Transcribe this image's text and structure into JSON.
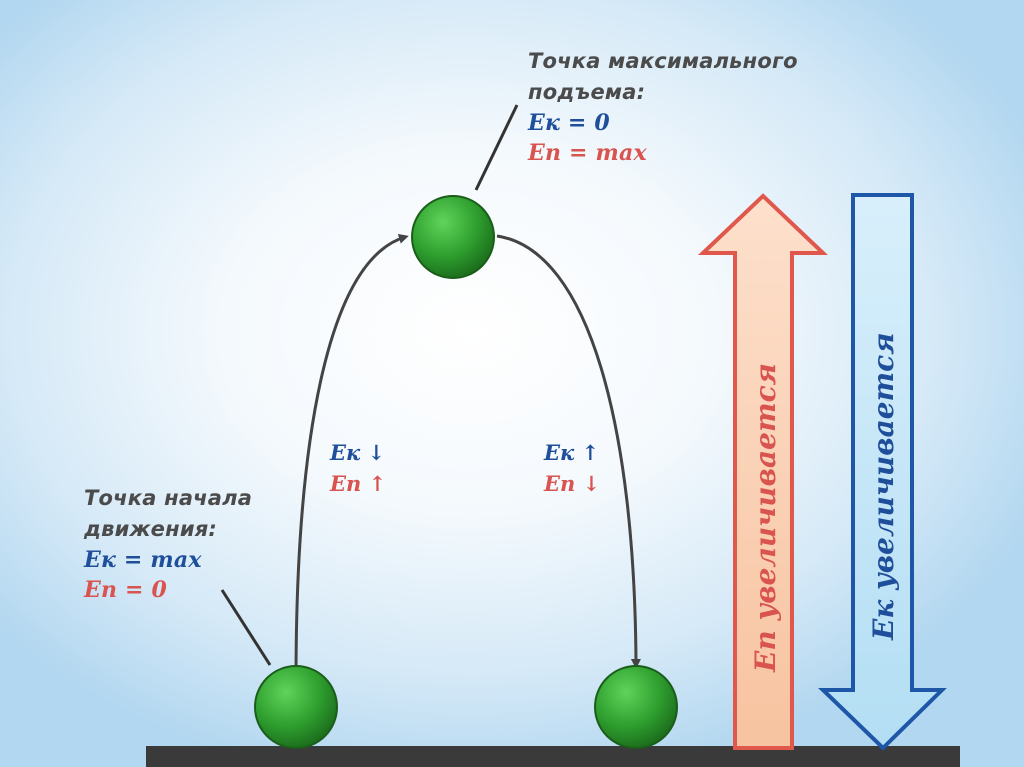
{
  "top_label": {
    "line1": "Точка максимального",
    "line2": "подъема:",
    "ek": "Eк = 0",
    "ep": "Eп = max"
  },
  "start_label": {
    "line1": "Точка начала",
    "line2": "движения:",
    "ek": "Eк = max",
    "ep": "Eп = 0"
  },
  "ascent": {
    "ek": "Eк ↓",
    "ep": "Eп ↑"
  },
  "descent": {
    "ek": "Eк ↑",
    "ep": "Eп ↓"
  },
  "up_arrow_text": "Eп увеличивается",
  "down_arrow_text": "Eк увеличивается",
  "colors": {
    "ball": "#2e9e2e",
    "ek_blue": "#1f4f9a",
    "ep_red": "#d9534f",
    "up_arrow_fill": "#f9c9a9",
    "down_arrow_fill": "#bfe3f6"
  }
}
